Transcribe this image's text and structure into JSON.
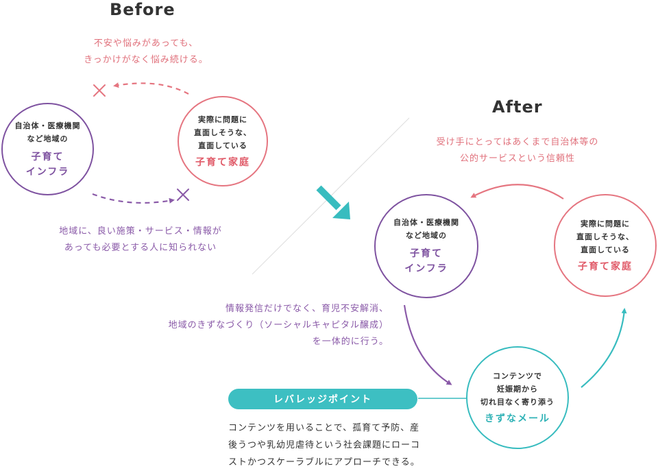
{
  "before": {
    "heading": "Before",
    "top_note": [
      "不安や悩みがあっても、",
      "きっかけがなく悩み続ける。"
    ],
    "bottom_note": [
      "地域に、良い施策・サービス・情報が",
      "あっても必要とする人に知られない"
    ],
    "infra_circle": {
      "sub": [
        "自治体・医療機関",
        "など地域の"
      ],
      "main": [
        "子育て",
        "インフラ"
      ]
    },
    "family_circle": {
      "sub": [
        "実際に問題に",
        "直面しそうな、",
        "直面している"
      ],
      "main": [
        "子育て家庭"
      ]
    }
  },
  "after": {
    "heading": "After",
    "top_note": [
      "受け手にとってはあくまで自治体等の",
      "公的サービスという信頼性"
    ],
    "left_note": [
      "情報発信だけでなく、育児不安解消、",
      "地域のきずなづくり（ソーシャルキャピタル醸成）",
      "を一体的に行う。"
    ],
    "infra_circle": {
      "sub": [
        "自治体・医療機関",
        "など地域の"
      ],
      "main": [
        "子育て",
        "インフラ"
      ]
    },
    "family_circle": {
      "sub": [
        "実際に問題に",
        "直面しそうな、",
        "直面している"
      ],
      "main": [
        "子育て家庭"
      ]
    },
    "mail_circle": {
      "sub": [
        "コンテンツで",
        "妊娠期から",
        "切れ目なく寄り添う"
      ],
      "main": [
        "きずなメール"
      ]
    }
  },
  "leverage": {
    "label": "レバレッジポイント",
    "text": [
      "コンテンツを用いることで、孤育て予防、産",
      "後うつや乳幼児虐待という社会課題にローコ",
      "ストかつスケーラブルにアプローチできる。"
    ]
  },
  "colors": {
    "purple": "#7e52a0",
    "pink": "#e57580",
    "teal": "#38bcbf"
  }
}
